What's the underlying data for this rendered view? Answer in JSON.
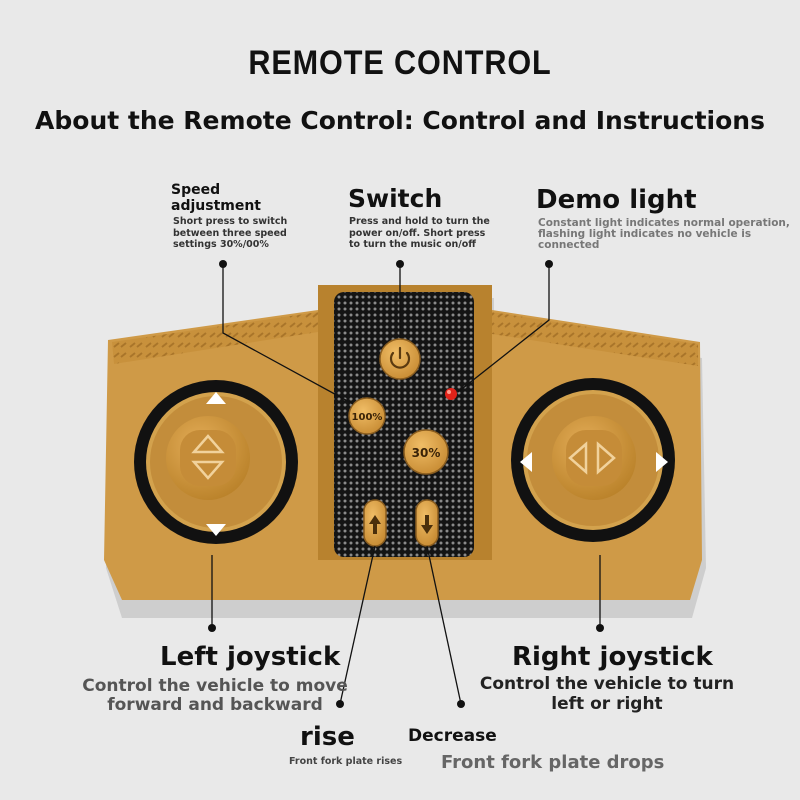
{
  "header": {
    "title": "REMOTE CONTROL",
    "subtitle": "About the Remote Control: Control and Instructions"
  },
  "callouts": {
    "speed": {
      "label": "Speed\nadjustment",
      "description": "Short press to switch\nbetween three speed\nsettings 30%/00%"
    },
    "switch": {
      "label": "Switch",
      "description": "Press and hold to turn the\npower on/off. Short press\nto turn the music on/off"
    },
    "demo": {
      "label": "Demo light",
      "description": "Constant light indicates normal operation,\nflashing light indicates no vehicle is\nconnected"
    },
    "left_joystick": {
      "label": "Left joystick",
      "description": "Control the vehicle to move\nforward and backward"
    },
    "right_joystick": {
      "label": "Right joystick",
      "description": "Control the vehicle to turn\nleft or right"
    },
    "rise": {
      "label": "rise",
      "description": "Front fork plate rises"
    },
    "decrease": {
      "label": "Decrease",
      "description": "Front fork plate drops"
    }
  },
  "remote": {
    "button_100": "100%",
    "button_30": "30%",
    "body_color": "#cf9a47",
    "led_color": "#e2231a"
  }
}
